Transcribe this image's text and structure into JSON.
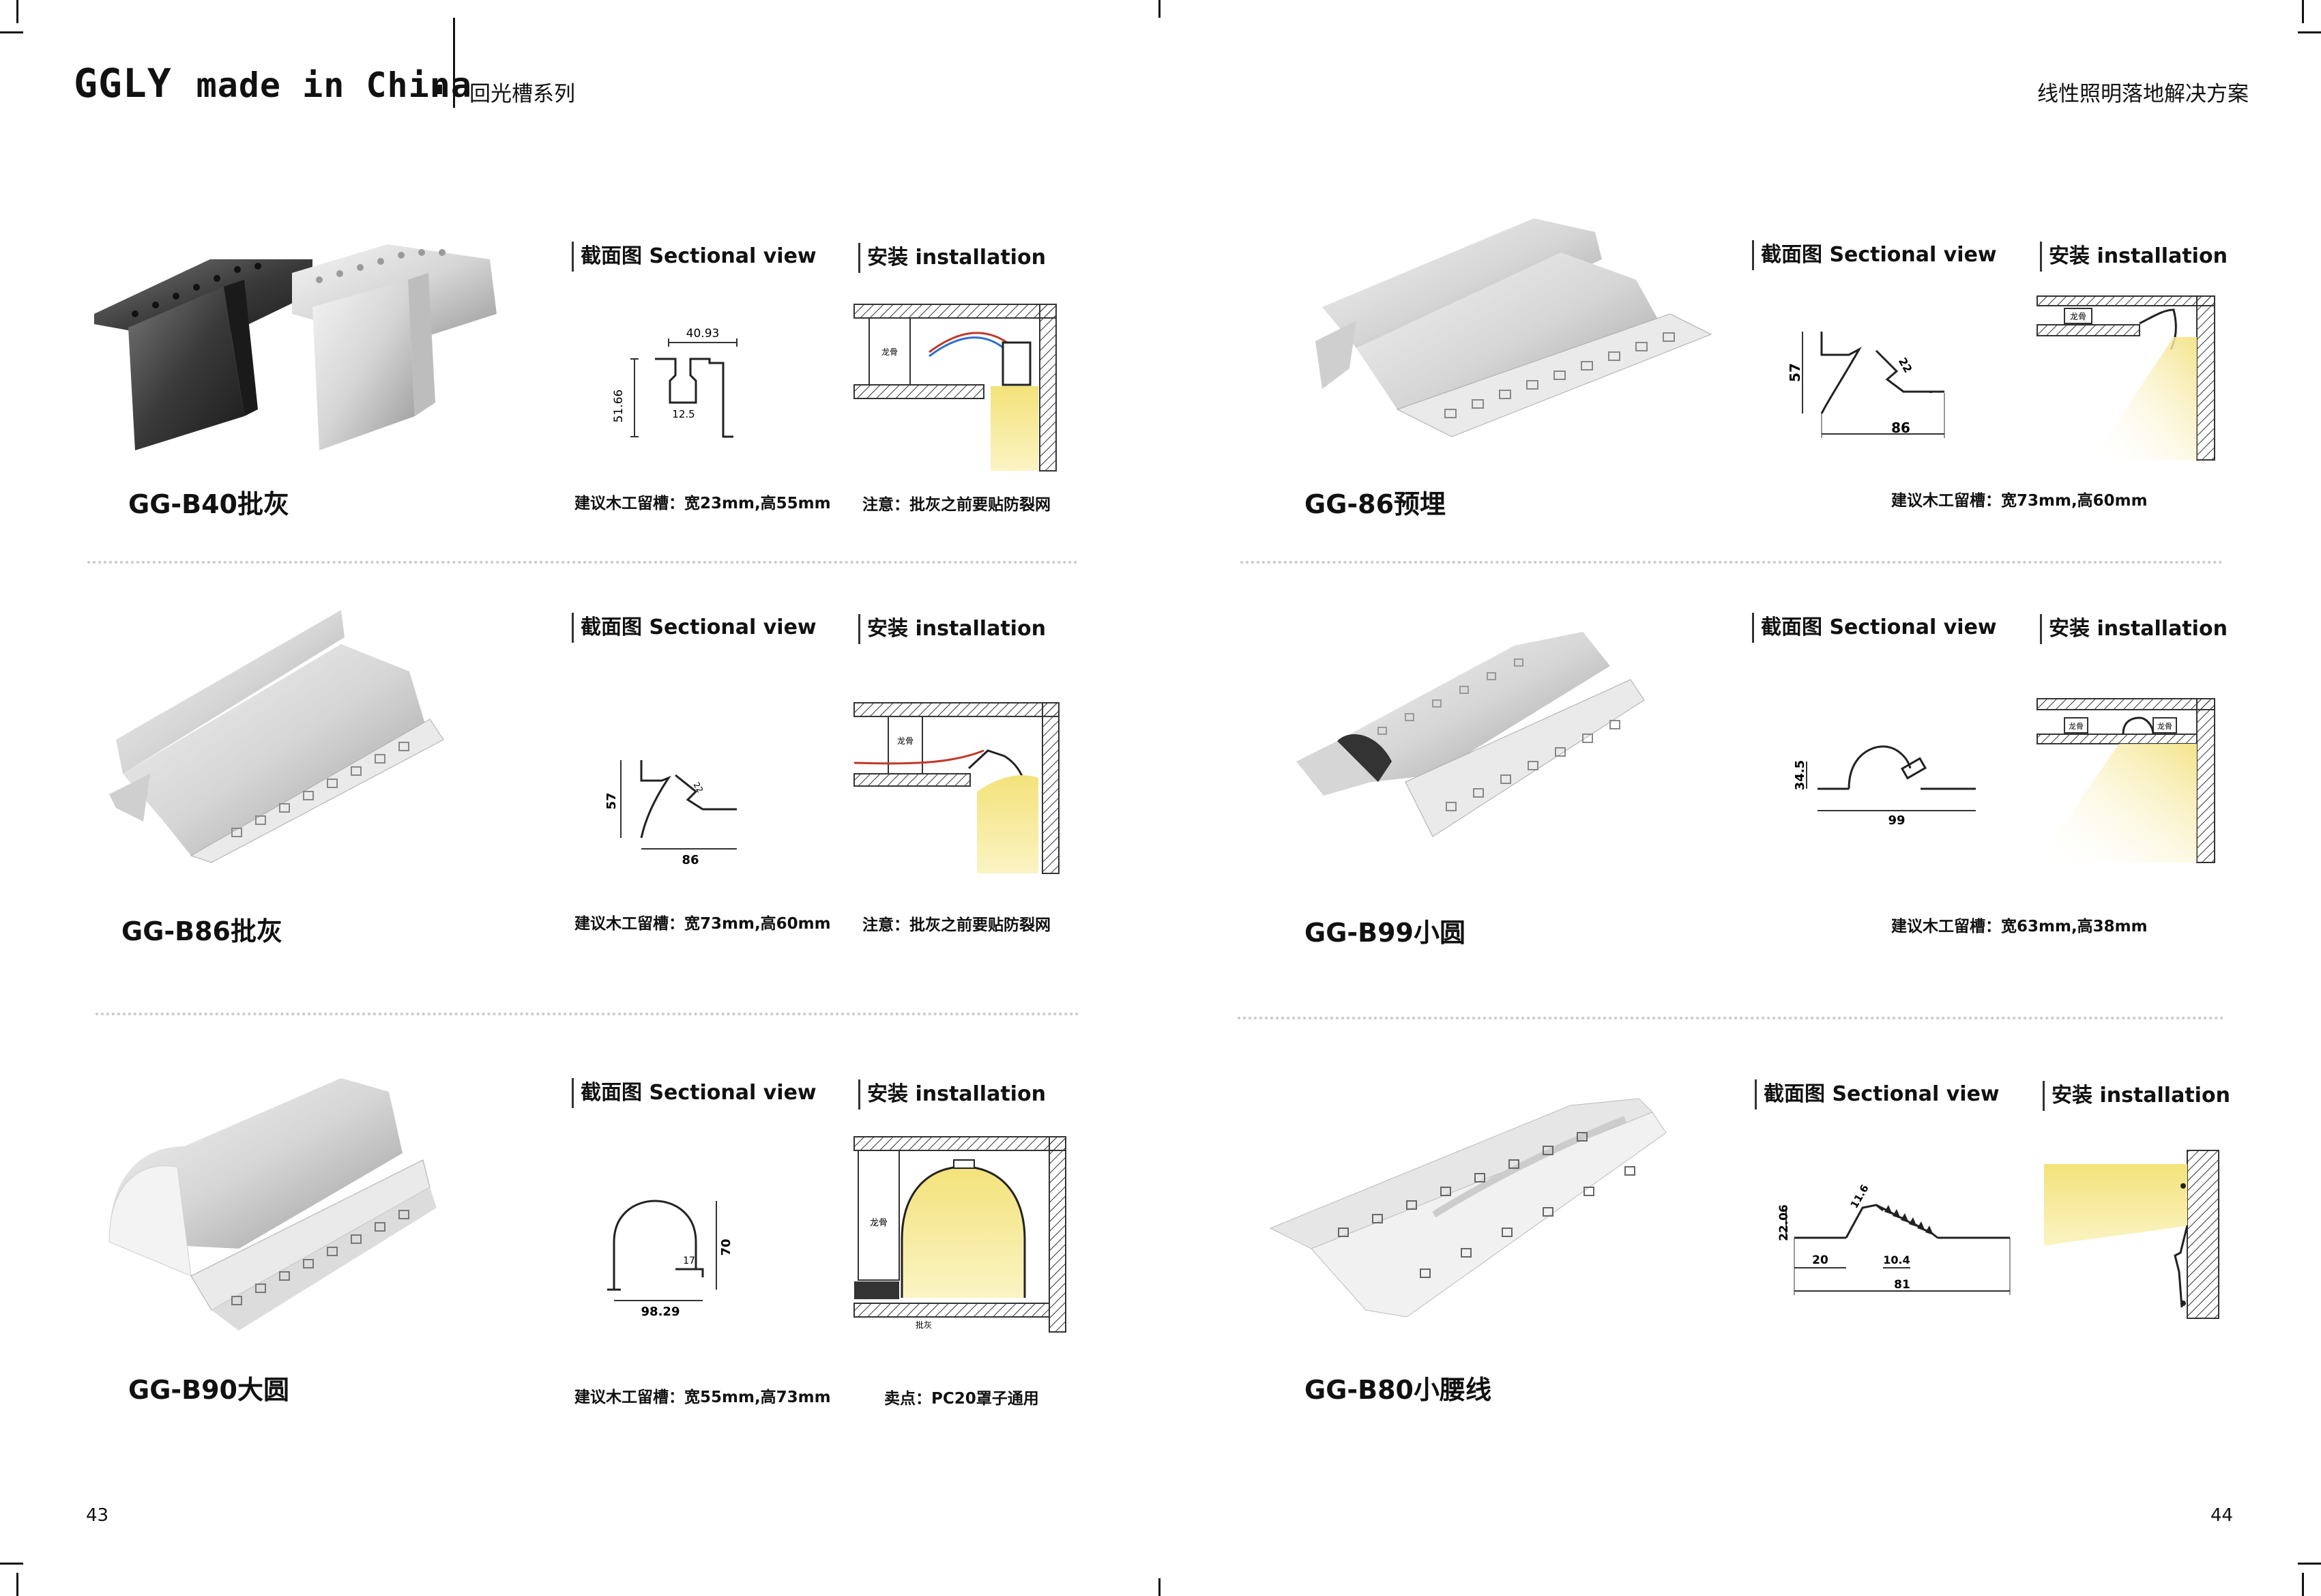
{
  "header": {
    "brand": "GGLY",
    "tagline": "made in China",
    "series": "回光槽系列",
    "right_title": "线性照明落地解决方案"
  },
  "labels": {
    "sectional": "截面图 Sectional view",
    "installation": "安装 installation"
  },
  "pages": {
    "left": "43",
    "right": "44"
  },
  "products": [
    {
      "name": "GG-B40批灰",
      "note1": "建议木工留槽：宽23mm,高55mm",
      "note2": "注意：批灰之前要贴防裂网",
      "dims": {
        "width": "40.93",
        "height": "51.66",
        "inner": "12.5"
      },
      "tag": "龙骨"
    },
    {
      "name": "GG-86预埋",
      "note1": "建议木工留槽：宽73mm,高60mm",
      "dims": {
        "width": "86",
        "height": "57",
        "slot": "22"
      },
      "tag": "龙骨"
    },
    {
      "name": "GG-B86批灰",
      "note1": "建议木工留槽：宽73mm,高60mm",
      "note2": "注意：批灰之前要贴防裂网",
      "dims": {
        "width": "86",
        "height": "57",
        "slot": "22"
      },
      "tag": "龙骨"
    },
    {
      "name": "GG-B99小圆",
      "note1": "建议木工留槽：宽63mm,高38mm",
      "dims": {
        "width": "99",
        "height": "34.5"
      },
      "tag": "龙骨"
    },
    {
      "name": "GG-B90大圆",
      "note1": "建议木工留槽：宽55mm,高73mm",
      "note2": "卖点：PC20罩子通用",
      "dims": {
        "width": "98.29",
        "height": "70",
        "inner": "17"
      },
      "tag": "龙骨",
      "tag2": "批灰"
    },
    {
      "name": "GG-B80小腰线",
      "dims": {
        "height": "22.06",
        "slant": "11.6",
        "left": "20",
        "inner": "10.4",
        "width": "81"
      }
    }
  ],
  "colors": {
    "light": "#f7eca0",
    "ink": "#111111",
    "dotted": "#c9c9c9"
  }
}
